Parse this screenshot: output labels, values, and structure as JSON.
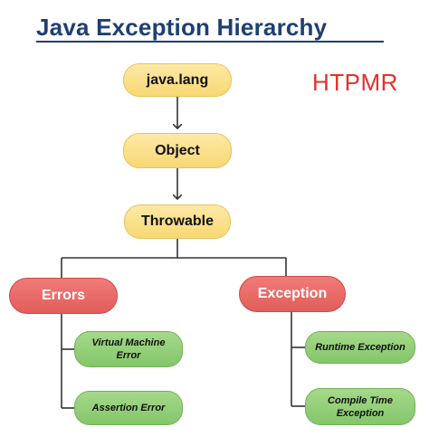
{
  "header": {
    "title": "Java Exception Hierarchy",
    "watermark": "HTPMR"
  },
  "nodes": {
    "java_lang": "java.lang",
    "object": "Object",
    "throwable": "Throwable",
    "errors": "Errors",
    "exception": "Exception",
    "virtual_machine_error": "Virtual Machine Error",
    "assertion_error": "Assertion Error",
    "runtime_exception": "Runtime Exception",
    "compile_time_exception": "Compile Time Exception"
  },
  "colors": {
    "title": "#1f3f73",
    "watermark": "#e4302b",
    "core_node": "#f8d874",
    "category_node": "#e15d5a",
    "leaf_node": "#84c66a",
    "connector": "#333333"
  }
}
